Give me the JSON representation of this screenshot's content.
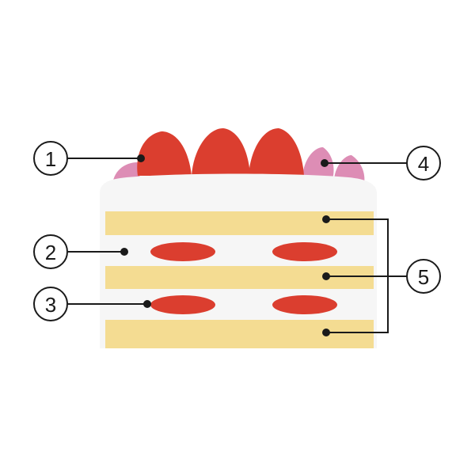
{
  "callouts": [
    {
      "label": "1"
    },
    {
      "label": "2"
    },
    {
      "label": "3"
    },
    {
      "label": "4"
    },
    {
      "label": "5"
    }
  ],
  "colors": {
    "cream": "#f6f6f6",
    "sponge": "#f4dc92",
    "strawberry": "#db3e2f",
    "pink_strawberry": "#dd8db5",
    "line": "#1a1a1a"
  }
}
